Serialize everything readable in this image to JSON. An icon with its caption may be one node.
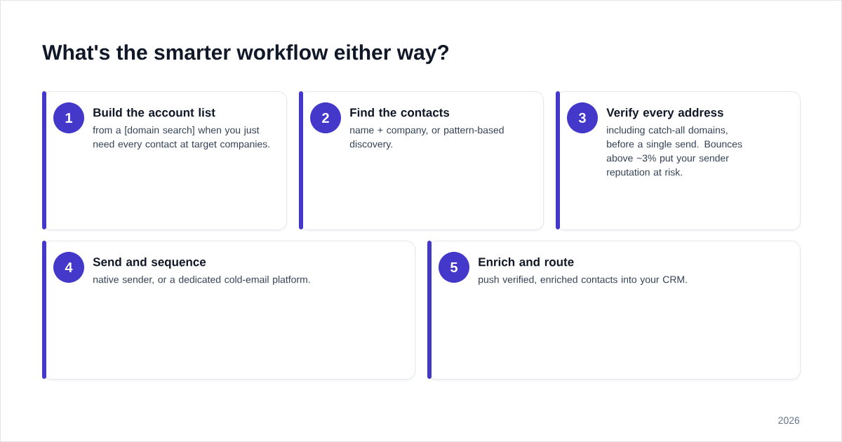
{
  "diagram": {
    "title": "What's the smarter workflow either way?",
    "nodes": [
      {
        "text": [
          "Build the account list",
          "from a [domain search] when you just need every contact at target companies."
        ]
      },
      {
        "text": [
          "1"
        ],
        "in": 0
      },
      {
        "text": [
          "Find the contacts",
          "name + company, or pattern-based discovery."
        ]
      },
      {
        "text": [
          "2"
        ],
        "in": 2
      },
      {
        "text": [
          "Verify every address",
          "including catch-all domains, before a single send. Bounces above ~3% put your sender reputation at risk."
        ]
      },
      {
        "text": [
          "3"
        ],
        "in": 4
      },
      {
        "text": [
          "Send and sequence",
          "native sender, or a dedicated cold-email platform."
        ]
      },
      {
        "text": [
          "4"
        ],
        "in": 6
      },
      {
        "text": [
          "Enrich and route",
          "push verified, enriched contacts into your CRM."
        ]
      },
      {
        "text": [
          "5"
        ],
        "in": 8
      }
    ],
    "labels": [
      "2026"
    ]
  }
}
